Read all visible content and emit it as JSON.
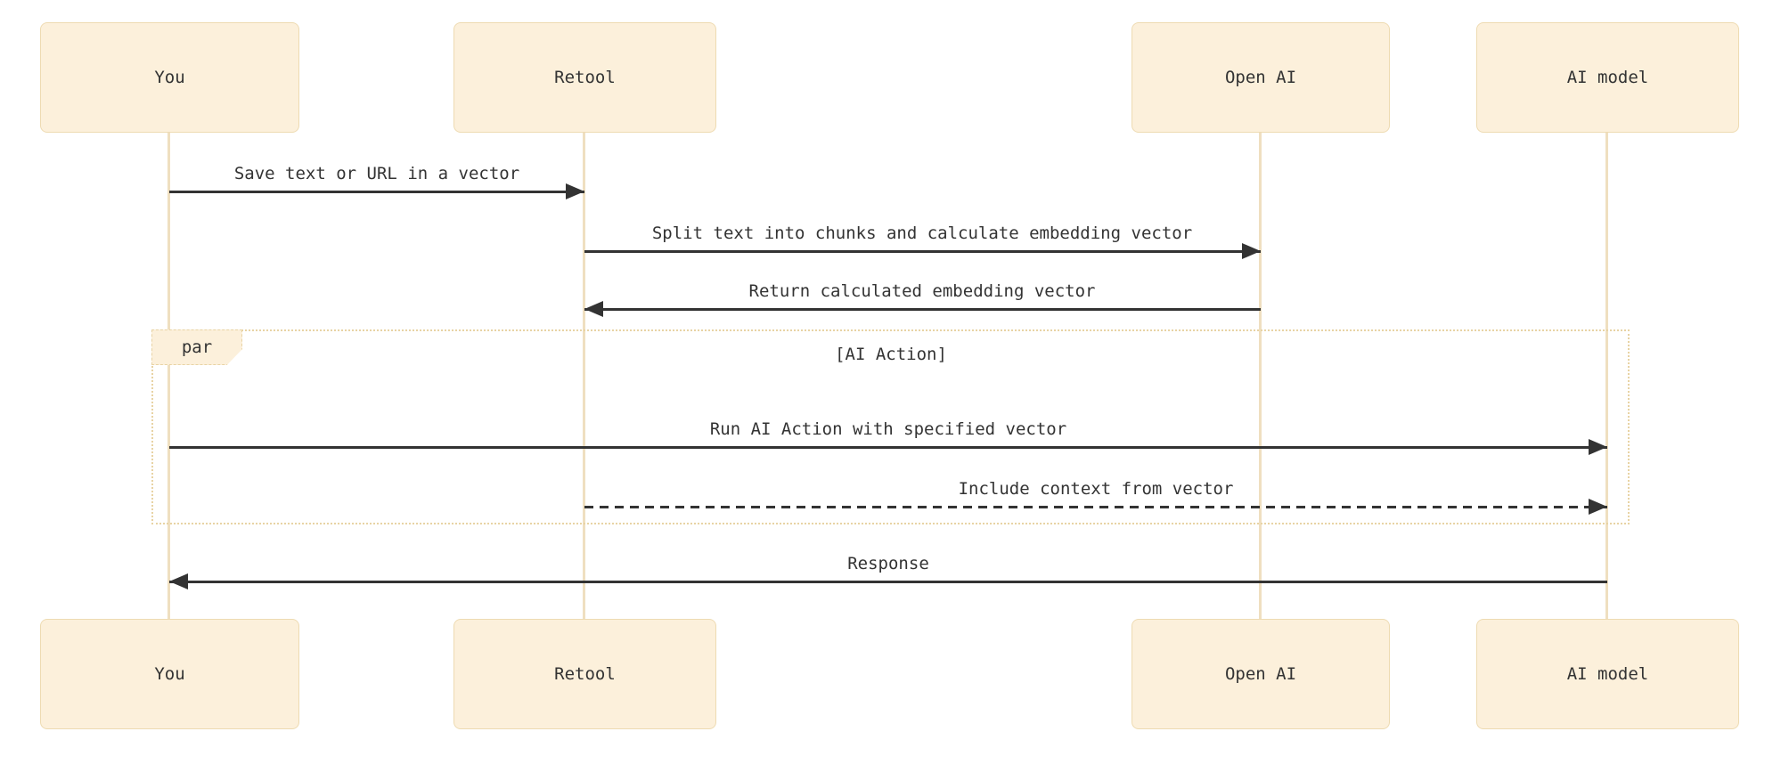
{
  "diagram": {
    "type": "sequence-diagram",
    "participants": [
      {
        "label": "You"
      },
      {
        "label": "Retool"
      },
      {
        "label": "Open AI"
      },
      {
        "label": "AI model"
      }
    ],
    "messages": [
      {
        "label": "Save text or URL in a vector",
        "from": "You",
        "to": "Retool",
        "line": "solid",
        "direction": "right"
      },
      {
        "label": "Split text into chunks and calculate embedding vector",
        "from": "Retool",
        "to": "Open AI",
        "line": "solid",
        "direction": "right"
      },
      {
        "label": "Return calculated embedding vector",
        "from": "Open AI",
        "to": "Retool",
        "line": "solid",
        "direction": "left"
      },
      {
        "label": "Run AI Action with specified vector",
        "from": "You",
        "to": "AI model",
        "line": "solid",
        "direction": "right"
      },
      {
        "label": "Include context from vector",
        "from": "Retool",
        "to": "AI model",
        "line": "dashed",
        "direction": "right"
      },
      {
        "label": "Response",
        "from": "AI model",
        "to": "You",
        "line": "solid",
        "direction": "left"
      }
    ],
    "par_block": {
      "label": "par",
      "condition": "[AI Action]",
      "contains": [
        "Run AI Action with specified vector",
        "Include context from vector"
      ]
    },
    "colors": {
      "background": "#FFFFFF",
      "actor_fill": "#FCF0DB",
      "actor_border": "#EEDBB2",
      "lifeline": "#EFDFC0",
      "par_border": "#E8D3A4",
      "text": "#333333",
      "arrow": "#333333"
    }
  }
}
